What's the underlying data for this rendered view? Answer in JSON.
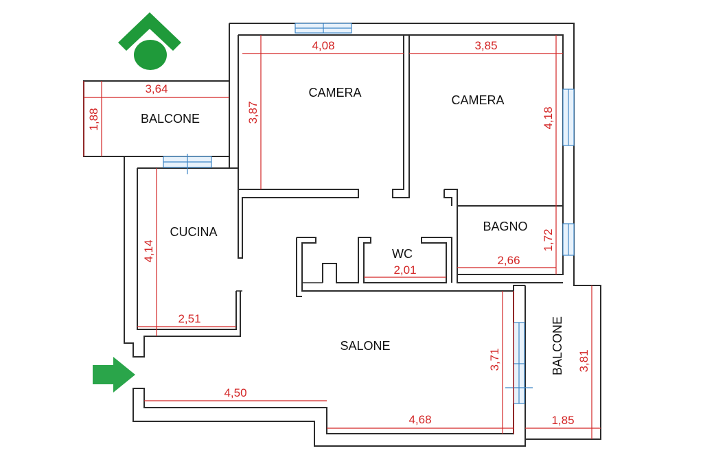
{
  "rooms": {
    "balcone_top": "BALCONE",
    "camera_left": "CAMERA",
    "camera_right": "CAMERA",
    "cucina": "CUCINA",
    "bagno": "BAGNO",
    "wc": "WC",
    "salone": "SALONE",
    "balcone_right": "BALCONE"
  },
  "dimensions": {
    "balcone_top_width": "3,64",
    "balcone_top_depth": "1,88",
    "camera_left_width": "4,08",
    "camera_left_depth": "3,87",
    "camera_right_width": "3,85",
    "camera_right_depth": "4,18",
    "cucina_depth": "4,14",
    "cucina_width": "2,51",
    "bagno_depth": "1,72",
    "bagno_width": "2,66",
    "wc_width": "2,01",
    "salone_depth": "3,71",
    "salone_width_lower": "4,68",
    "salone_width_upper": "4,50",
    "balcone_right_depth": "3,81",
    "balcone_right_width": "1,85"
  },
  "icons": {
    "logo": "house-logo-icon",
    "entrance": "entrance-arrow-icon"
  },
  "colors": {
    "dimension": "#d32626",
    "window": "#3d86c6",
    "logo": "#1f9a3a",
    "arrow": "#2aa54a"
  }
}
